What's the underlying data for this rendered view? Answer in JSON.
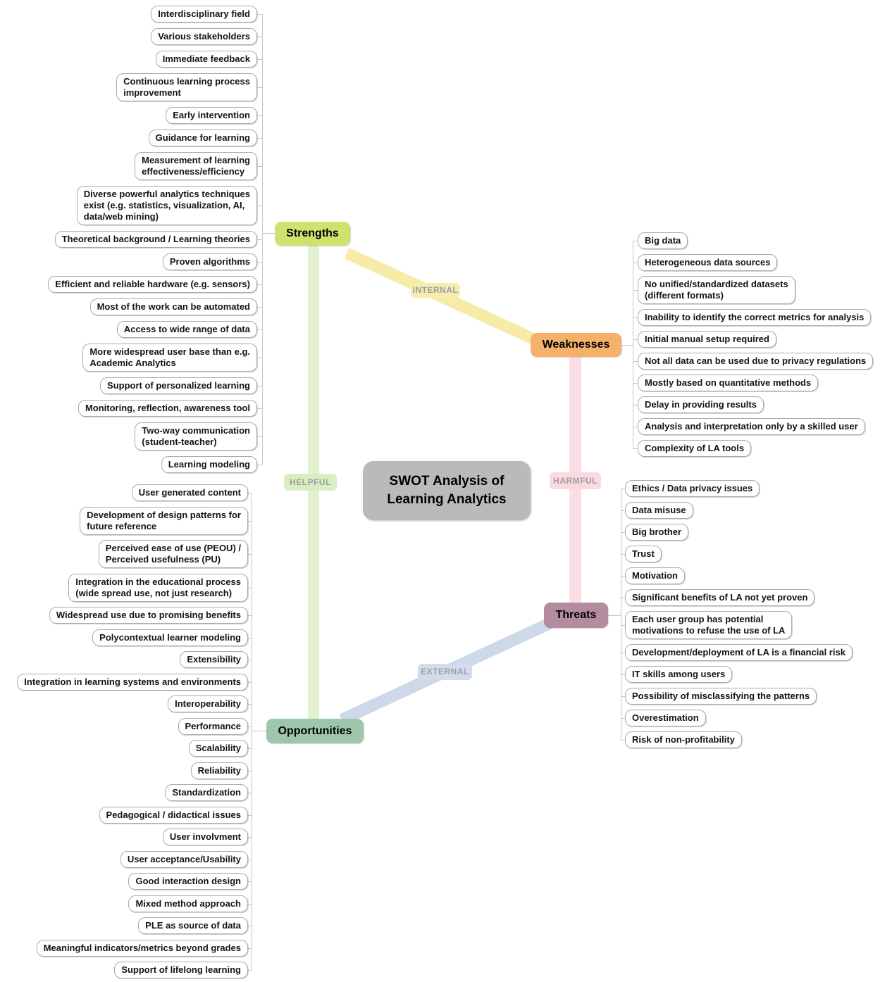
{
  "center": {
    "label": "SWOT Analysis of\nLearning Analytics"
  },
  "edge_labels": {
    "internal": "INTERNAL",
    "external": "EXTERNAL",
    "helpful": "HELPFUL",
    "harmful": "HARMFUL"
  },
  "branches": {
    "strengths": {
      "label": "Strengths",
      "color": "#cfe26e",
      "items": [
        "Interdisciplinary field",
        "Various stakeholders",
        "Immediate feedback",
        "Continuous learning process\nimprovement",
        "Early intervention",
        "Guidance for learning",
        "Measurement of learning\neffectiveness/efficiency",
        "Diverse powerful analytics techniques\nexist (e.g. statistics, visualization, AI,\ndata/web mining)",
        "Theoretical background / Learning theories",
        "Proven algorithms",
        "Efficient and reliable hardware (e.g. sensors)",
        "Most of the work can be automated",
        "Access to wide range of data",
        "More widespread user base than e.g.\nAcademic Analytics",
        "Support of personalized learning",
        "Monitoring, reflection, awareness tool",
        "Two-way communication\n(student-teacher)",
        "Learning modeling"
      ]
    },
    "weaknesses": {
      "label": "Weaknesses",
      "color": "#f5b16a",
      "items": [
        "Big data",
        "Heterogeneous data sources",
        "No unified/standardized datasets\n(different formats)",
        "Inability to identify the correct metrics for analysis",
        "Initial manual setup required",
        "Not all data can be used due to privacy regulations",
        "Mostly based on quantitative methods",
        "Delay in providing results",
        "Analysis and interpretation only by a skilled user",
        "Complexity of LA tools"
      ]
    },
    "opportunities": {
      "label": "Opportunities",
      "color": "#9dc6aa",
      "items": [
        "User generated content",
        "Development of design patterns for\nfuture reference",
        "Perceived ease of use (PEOU) /\nPerceived usefulness (PU)",
        "Integration in the educational process\n(wide spread use, not just research)",
        "Widespread use due to promising benefits",
        "Polycontextual learner modeling",
        "Extensibility",
        "Integration in learning systems and environments",
        "Interoperability",
        "Performance",
        "Scalability",
        "Reliability",
        "Standardization",
        "Pedagogical / didactical issues",
        "User involvment",
        "User acceptance/Usability",
        "Good interaction design",
        "Mixed method approach",
        "PLE as source of data",
        "Meaningful indicators/metrics beyond grades",
        "Support of lifelong learning"
      ]
    },
    "threats": {
      "label": "Threats",
      "color": "#b38ca0",
      "items": [
        "Ethics / Data privacy issues",
        "Data misuse",
        "Big brother",
        "Trust",
        "Motivation",
        "Significant benefits of LA not yet proven",
        "Each user group has potential\nmotivations to refuse the use of LA",
        "Development/deployment of LA is a financial risk",
        "IT skills among users",
        "Possibility of misclassifying the patterns",
        "Overestimation",
        "Risk of non-profitability"
      ]
    }
  },
  "colors": {
    "center_node": "#bababa",
    "internal_edge": "#f6eca7",
    "external_edge": "#cdd8e9",
    "helpful_edge": "#e1f1d0",
    "harmful_edge": "#fadee3",
    "internal_label_bg": "#f7edae",
    "external_label_bg": "#d3dcec",
    "helpful_label_bg": "#daeec4",
    "harmful_label_bg": "#fad9e0",
    "label_text": "#9e9e9e"
  }
}
